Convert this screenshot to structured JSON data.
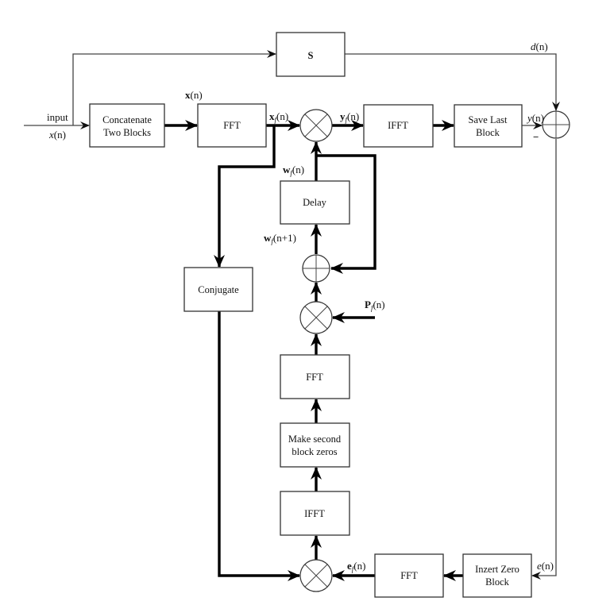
{
  "diagram": {
    "type": "block-diagram",
    "blocks": {
      "s": "S",
      "concatenate": [
        "Concatenate",
        "Two Blocks"
      ],
      "fft_top": "FFT",
      "ifft_top": "IFFT",
      "save_last": [
        "Save Last",
        "Block"
      ],
      "delay": "Delay",
      "conjugate": "Conjugate",
      "fft_mid": "FFT",
      "make_second": [
        "Make second",
        "block zeros"
      ],
      "ifft_low": "IFFT",
      "fft_bottom": "FFT",
      "insert_zero": [
        "Inzert Zero",
        "Block"
      ]
    },
    "signals": {
      "input_word": "input",
      "x_n": {
        "base": "x",
        "arg": "(n)"
      },
      "x_bold_n": {
        "base": "x",
        "arg": "(n)"
      },
      "xf_n": {
        "base": "x",
        "sub": "f",
        "arg": "(n)"
      },
      "yf_n": {
        "base": "y",
        "sub": "f",
        "arg": "(n)"
      },
      "y_n": {
        "base": "y",
        "arg": "(n)"
      },
      "minus": "−",
      "d_n": {
        "base": "d",
        "arg": "(n)"
      },
      "wf_n": {
        "base": "w",
        "sub": "f",
        "arg": "(n)"
      },
      "wf_n1": {
        "base": "w",
        "sub": "f",
        "arg": "(n+1)"
      },
      "pf_n": {
        "base": "P",
        "sub": "f",
        "arg": "(n)"
      },
      "ef_n": {
        "base": "e",
        "sub": "f",
        "arg": "(n)"
      },
      "e_n": {
        "base": "e",
        "arg": "(n)"
      }
    },
    "junctions": {
      "multiply": "multiply-junction",
      "sum": "sum-junction"
    }
  }
}
